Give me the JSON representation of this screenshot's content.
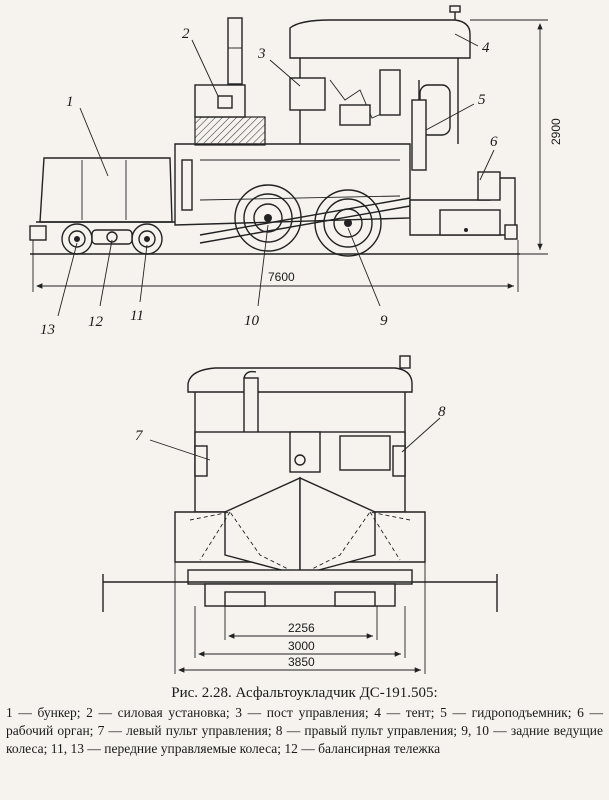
{
  "figure": {
    "side_labels": {
      "l1": "1",
      "l2": "2",
      "l3": "3",
      "l4": "4",
      "l5": "5",
      "l6": "6",
      "l9": "9",
      "l10": "10",
      "l11": "11",
      "l12": "12",
      "l13": "13"
    },
    "front_labels": {
      "l7": "7",
      "l8": "8"
    },
    "dimensions": {
      "length": "7600",
      "height": "2900",
      "width_inner": "2256",
      "width_mid": "3000",
      "width_outer": "3850"
    }
  },
  "caption": {
    "title": "Рис. 2.28. Асфальтоукладчик ДС-191.505:",
    "legend": "1 — бункер; 2 — силовая установка; 3 — пост управления; 4 — тент; 5 — гидроподъемник; 6 — рабочий орган; 7 — левый пульт управления; 8 — правый пульт управления; 9, 10 — задние ведущие колеса; 11, 13 — передние управляемые колеса; 12 — балансирная тележка"
  }
}
